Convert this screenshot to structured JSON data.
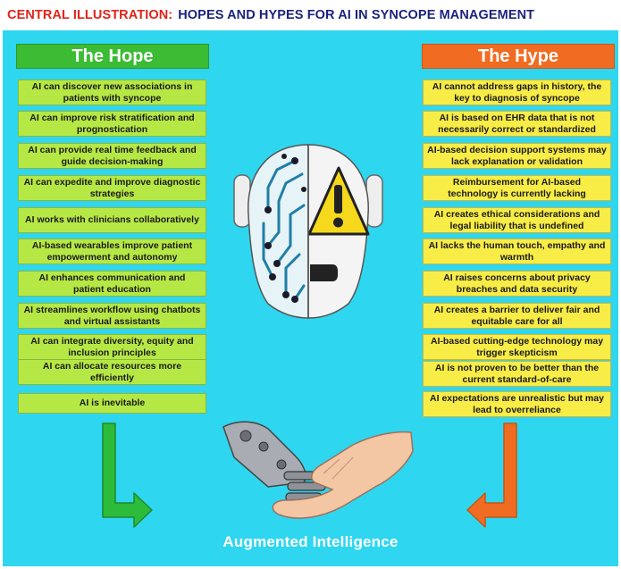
{
  "title": {
    "prefix": "CENTRAL ILLUSTRATION:",
    "text": "HOPES AND HYPES FOR AI IN SYNCOPE MANAGEMENT"
  },
  "hope": {
    "header": "The Hope",
    "items": [
      "AI can discover new associations in patients with syncope",
      "AI can improve risk stratification and prognostication",
      "AI can provide real time feedback and guide decision-making",
      "AI can expedite and improve diagnostic strategies",
      "AI works with clinicians collaboratively",
      "AI-based wearables improve patient empowerment and autonomy",
      "AI enhances communication and patient education",
      "AI streamlines workflow using chatbots and virtual assistants",
      "AI can integrate diversity, equity and inclusion principles",
      "AI can allocate resources more efficiently",
      "AI is inevitable"
    ]
  },
  "hype": {
    "header": "The Hype",
    "items": [
      "AI cannot address gaps in history, the key to diagnosis of syncope",
      "AI is based on EHR data that is not necessarily correct or standardized",
      "AI-based decision support systems may lack explanation or validation",
      "Reimbursement for AI-based technology is currently lacking",
      "AI creates ethical considerations and legal liability that is undefined",
      "AI lacks the human touch, empathy and warmth",
      "AI raises concerns about privacy breaches and data security",
      "AI creates a barrier to deliver fair and equitable care for all",
      "AI-based cutting-edge technology may trigger skepticism",
      "AI is not proven to be better than the current standard-of-care",
      "AI expectations are unrealistic but may lead to overreliance"
    ]
  },
  "footer": "Augmented Intelligence",
  "colors": {
    "background": "#2fd6ef",
    "hope_header": "#3cbb35",
    "hope_box": "#b6e845",
    "hype_header": "#f06c22",
    "hype_box": "#f8ec47",
    "title_red": "#e0241b",
    "title_navy": "#1a237e"
  },
  "icons": [
    "ai-robot-head-icon",
    "warning-icon",
    "handshake-icon",
    "green-arrow-icon",
    "orange-arrow-icon"
  ]
}
